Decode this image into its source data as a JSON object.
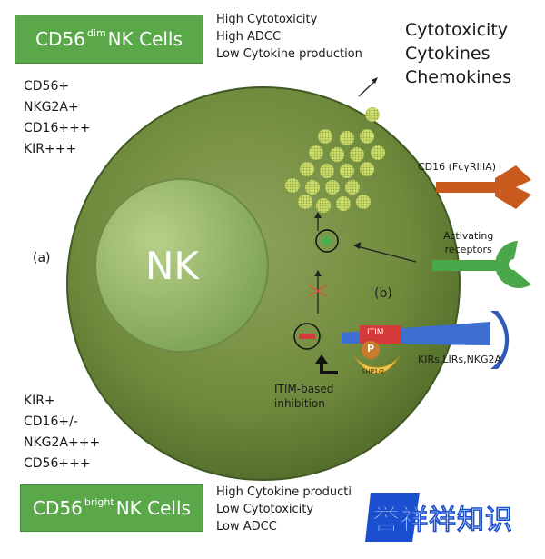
{
  "dim_box": {
    "title_pre": "CD56",
    "title_sup": "dim",
    "title_post": "NK Cells"
  },
  "dim_props": [
    "High Cytotoxicity",
    "High ADCC",
    "Low Cytokine production"
  ],
  "dim_markers": [
    "CD56+",
    "NKG2A+",
    "CD16+++",
    "KIR+++"
  ],
  "outputs": [
    "Cytotoxicity",
    "Cytokines",
    "Chemokines"
  ],
  "panel_labels": {
    "a": "(a)",
    "b": "(b)"
  },
  "nucleus_label": "NK",
  "receptors": {
    "cd16": "CD16 (FcγRIIIA)",
    "activating_line1": "Activating",
    "activating_line2": "receptors",
    "inhibitory": "KIRs,LIRs,NKG2A",
    "itim": "ITIM",
    "p": "P",
    "shp": "SHP1/2"
  },
  "itim_inhibition": [
    "ITIM-based",
    "inhibition"
  ],
  "bright_markers": [
    "KIR+",
    "CD16+/-",
    "NKG2A+++",
    "CD56+++"
  ],
  "bright_box": {
    "title_pre": "CD56",
    "title_sup": "bright",
    "title_post": "NK Cells"
  },
  "bright_props": [
    "High Cytokine producti",
    "Low Cytotoxicity",
    "Low ADCC"
  ],
  "logo_text": "誉祥祥知识",
  "colors": {
    "box_green": "#5aa84a",
    "cell_green": "#6f8a3c",
    "nucleus_green": "#8fb26a",
    "itim_red": "#d43a3a",
    "receptor_blue": "#3d6fd0",
    "activating_green": "#4aa84a",
    "cd16_orange": "#c85a1e",
    "logo_blue": "#1a4fd0"
  }
}
